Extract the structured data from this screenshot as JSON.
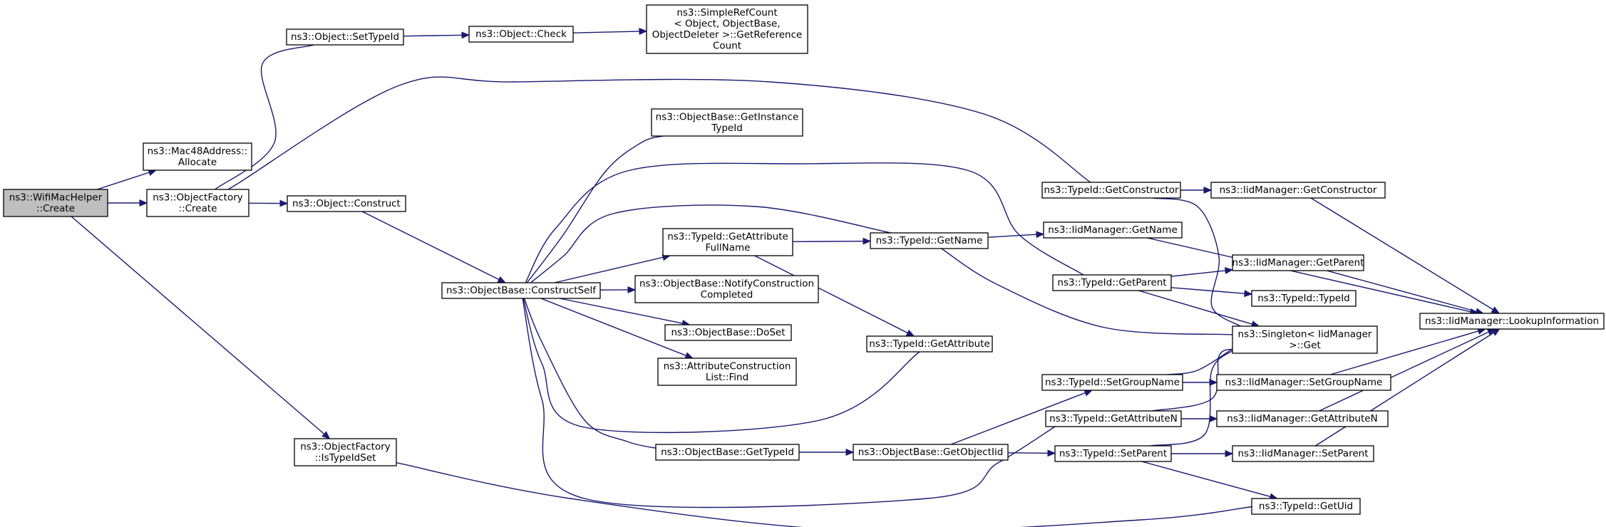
{
  "diagram": {
    "type": "call-graph",
    "colors": {
      "edge": "#191970",
      "root_fill": "#bfbfbf",
      "node_fill": "#ffffff",
      "node_border": "#000000"
    },
    "nodes": [
      {
        "id": "wifimachelper_create",
        "lines": [
          "ns3::WifiMacHelper",
          "::Create"
        ],
        "root": true
      },
      {
        "id": "mac48_allocate",
        "lines": [
          "ns3::Mac48Address::",
          "Allocate"
        ]
      },
      {
        "id": "objectfactory_create",
        "lines": [
          "ns3::ObjectFactory",
          "::Create"
        ]
      },
      {
        "id": "objectfactory_istypeidset",
        "lines": [
          "ns3::ObjectFactory",
          "::IsTypeIdSet"
        ]
      },
      {
        "id": "object_settypeid",
        "lines": [
          "ns3::Object::SetTypeId"
        ]
      },
      {
        "id": "object_construct",
        "lines": [
          "ns3::Object::Construct"
        ]
      },
      {
        "id": "object_check",
        "lines": [
          "ns3::Object::Check"
        ]
      },
      {
        "id": "simplerefcount_getrefcount",
        "lines": [
          "ns3::SimpleRefCount",
          "< Object, ObjectBase,",
          "ObjectDeleter >::GetReference",
          "Count"
        ]
      },
      {
        "id": "objectbase_constructself",
        "lines": [
          "ns3::ObjectBase::ConstructSelf"
        ]
      },
      {
        "id": "objectbase_getinstancetypeid",
        "lines": [
          "ns3::ObjectBase::GetInstance",
          "TypeId"
        ]
      },
      {
        "id": "typeid_getattributefullname",
        "lines": [
          "ns3::TypeId::GetAttribute",
          "FullName"
        ]
      },
      {
        "id": "objectbase_notifyconstructioncompleted",
        "lines": [
          "ns3::ObjectBase::NotifyConstruction",
          "Completed"
        ]
      },
      {
        "id": "objectbase_doset",
        "lines": [
          "ns3::ObjectBase::DoSet"
        ]
      },
      {
        "id": "attributeconstructionlist_find",
        "lines": [
          "ns3::AttributeConstruction",
          "List::Find"
        ]
      },
      {
        "id": "objectbase_gettypeid",
        "lines": [
          "ns3::ObjectBase::GetTypeId"
        ]
      },
      {
        "id": "typeid_getname",
        "lines": [
          "ns3::TypeId::GetName"
        ]
      },
      {
        "id": "typeid_getattribute",
        "lines": [
          "ns3::TypeId::GetAttribute"
        ]
      },
      {
        "id": "objectbase_getobjectiid",
        "lines": [
          "ns3::ObjectBase::GetObjectIid"
        ]
      },
      {
        "id": "typeid_getconstructor",
        "lines": [
          "ns3::TypeId::GetConstructor"
        ]
      },
      {
        "id": "iidmanager_getname",
        "lines": [
          "ns3::IidManager::GetName"
        ]
      },
      {
        "id": "typeid_getparent",
        "lines": [
          "ns3::TypeId::GetParent"
        ]
      },
      {
        "id": "typeid_setgroupname",
        "lines": [
          "ns3::TypeId::SetGroupName"
        ]
      },
      {
        "id": "typeid_getattributen",
        "lines": [
          "ns3::TypeId::GetAttributeN"
        ]
      },
      {
        "id": "typeid_setparent",
        "lines": [
          "ns3::TypeId::SetParent"
        ]
      },
      {
        "id": "iidmanager_getconstructor",
        "lines": [
          "ns3::IidManager::GetConstructor"
        ]
      },
      {
        "id": "iidmanager_getparent",
        "lines": [
          "ns3::IidManager::GetParent"
        ]
      },
      {
        "id": "typeid_typeid",
        "lines": [
          "ns3::TypeId::TypeId"
        ]
      },
      {
        "id": "singleton_get",
        "lines": [
          "ns3::Singleton< IidManager",
          ">::Get"
        ]
      },
      {
        "id": "iidmanager_setgroupname",
        "lines": [
          "ns3::IidManager::SetGroupName"
        ]
      },
      {
        "id": "iidmanager_getattributen",
        "lines": [
          "ns3::IidManager::GetAttributeN"
        ]
      },
      {
        "id": "iidmanager_setparent",
        "lines": [
          "ns3::IidManager::SetParent"
        ]
      },
      {
        "id": "typeid_getuid",
        "lines": [
          "ns3::TypeId::GetUid"
        ]
      },
      {
        "id": "iidmanager_lookupinformation",
        "lines": [
          "ns3::IidManager::LookupInformation"
        ]
      }
    ],
    "edges": [
      [
        "wifimachelper_create",
        "mac48_allocate"
      ],
      [
        "wifimachelper_create",
        "objectfactory_create"
      ],
      [
        "wifimachelper_create",
        "objectfactory_istypeidset"
      ],
      [
        "objectfactory_create",
        "object_settypeid"
      ],
      [
        "objectfactory_create",
        "object_construct"
      ],
      [
        "objectfactory_create",
        "typeid_getconstructor"
      ],
      [
        "object_settypeid",
        "object_check"
      ],
      [
        "object_check",
        "simplerefcount_getrefcount"
      ],
      [
        "object_construct",
        "objectbase_constructself"
      ],
      [
        "objectfactory_istypeidset",
        "typeid_getuid"
      ],
      [
        "objectbase_constructself",
        "objectbase_getinstancetypeid"
      ],
      [
        "objectbase_constructself",
        "typeid_getattributefullname"
      ],
      [
        "objectbase_constructself",
        "objectbase_notifyconstructioncompleted"
      ],
      [
        "objectbase_constructself",
        "objectbase_doset"
      ],
      [
        "objectbase_constructself",
        "attributeconstructionlist_find"
      ],
      [
        "objectbase_constructself",
        "objectbase_gettypeid"
      ],
      [
        "objectbase_constructself",
        "typeid_getname"
      ],
      [
        "objectbase_constructself",
        "typeid_getparent"
      ],
      [
        "objectbase_constructself",
        "typeid_getattribute"
      ],
      [
        "objectbase_constructself",
        "typeid_getattributen"
      ],
      [
        "typeid_getattributefullname",
        "typeid_getname"
      ],
      [
        "typeid_getattributefullname",
        "typeid_getattribute"
      ],
      [
        "objectbase_gettypeid",
        "objectbase_getobjectiid"
      ],
      [
        "objectbase_getobjectiid",
        "typeid_setgroupname"
      ],
      [
        "objectbase_getobjectiid",
        "typeid_setparent"
      ],
      [
        "typeid_getname",
        "iidmanager_getname"
      ],
      [
        "typeid_getname",
        "singleton_get"
      ],
      [
        "typeid_getconstructor",
        "iidmanager_getconstructor"
      ],
      [
        "typeid_getconstructor",
        "singleton_get"
      ],
      [
        "typeid_getparent",
        "iidmanager_getparent"
      ],
      [
        "typeid_getparent",
        "typeid_typeid"
      ],
      [
        "typeid_getparent",
        "singleton_get"
      ],
      [
        "typeid_setgroupname",
        "iidmanager_setgroupname"
      ],
      [
        "typeid_setgroupname",
        "singleton_get"
      ],
      [
        "typeid_getattributen",
        "iidmanager_getattributen"
      ],
      [
        "typeid_getattributen",
        "singleton_get"
      ],
      [
        "typeid_setparent",
        "iidmanager_setparent"
      ],
      [
        "typeid_setparent",
        "singleton_get"
      ],
      [
        "typeid_setparent",
        "typeid_getuid"
      ],
      [
        "iidmanager_getconstructor",
        "iidmanager_lookupinformation"
      ],
      [
        "iidmanager_getname",
        "iidmanager_lookupinformation"
      ],
      [
        "iidmanager_getparent",
        "iidmanager_lookupinformation"
      ],
      [
        "iidmanager_setgroupname",
        "iidmanager_lookupinformation"
      ],
      [
        "iidmanager_getattributen",
        "iidmanager_lookupinformation"
      ],
      [
        "iidmanager_setparent",
        "iidmanager_lookupinformation"
      ]
    ]
  }
}
